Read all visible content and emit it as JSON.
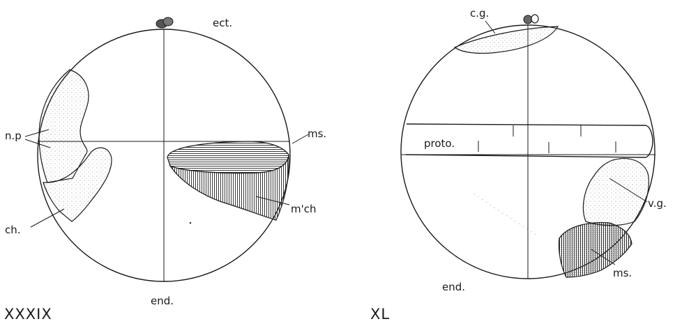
{
  "figures": [
    {
      "numeral": "XXXIX",
      "labels": {
        "top": "ect.",
        "bottom": "end.",
        "neural_plate": "n.p",
        "chorda": "ch.",
        "mesoderm": "ms.",
        "mesenchyme": "m'ch"
      }
    },
    {
      "numeral": "XL",
      "labels": {
        "cerebral_ganglion": "c.g.",
        "prototroch": "proto.",
        "ventral_ganglion": "v.g.",
        "mesoderm": "ms.",
        "bottom": "end."
      }
    }
  ]
}
